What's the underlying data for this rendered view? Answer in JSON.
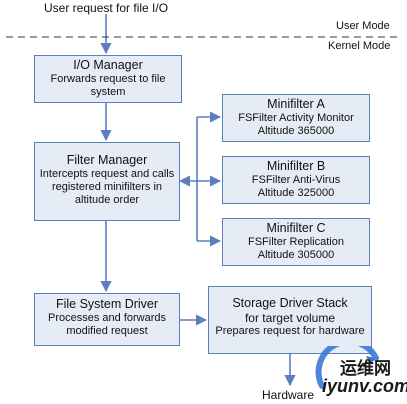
{
  "top_label": "User request for file I/O",
  "modes": {
    "user": "User Mode",
    "kernel": "Kernel Mode"
  },
  "io_manager": {
    "title": "I/O Manager",
    "lines": [
      "Forwards request to file",
      "system"
    ]
  },
  "filter_manager": {
    "title": "Filter Manager",
    "lines": [
      "Intercepts request and calls",
      "registered minifilters in",
      "altitude order"
    ]
  },
  "minifilter_a": {
    "title": "Minifilter A",
    "lines": [
      "FSFilter Activity Monitor",
      "Altitude 365000"
    ]
  },
  "minifilter_b": {
    "title": "Minifilter B",
    "lines": [
      "FSFilter Anti-Virus",
      "Altitude 325000"
    ]
  },
  "minifilter_c": {
    "title": "Minifilter C",
    "lines": [
      "FSFilter Replication",
      "Altitude 305000"
    ]
  },
  "fs_driver": {
    "title": "File System Driver",
    "lines": [
      "Processes and forwards",
      "modified request"
    ]
  },
  "storage_stack": {
    "title": "Storage Driver Stack",
    "lines": [
      "for target volume",
      "Prepares request for hardware"
    ]
  },
  "bottom_label": "Hardware",
  "watermark": {
    "cn": "运维网",
    "url": "iyunv.com"
  },
  "colors": {
    "box_fill": "#e6ecf6",
    "box_border": "#5b7fbd",
    "arrow": "#5b7fbd"
  }
}
